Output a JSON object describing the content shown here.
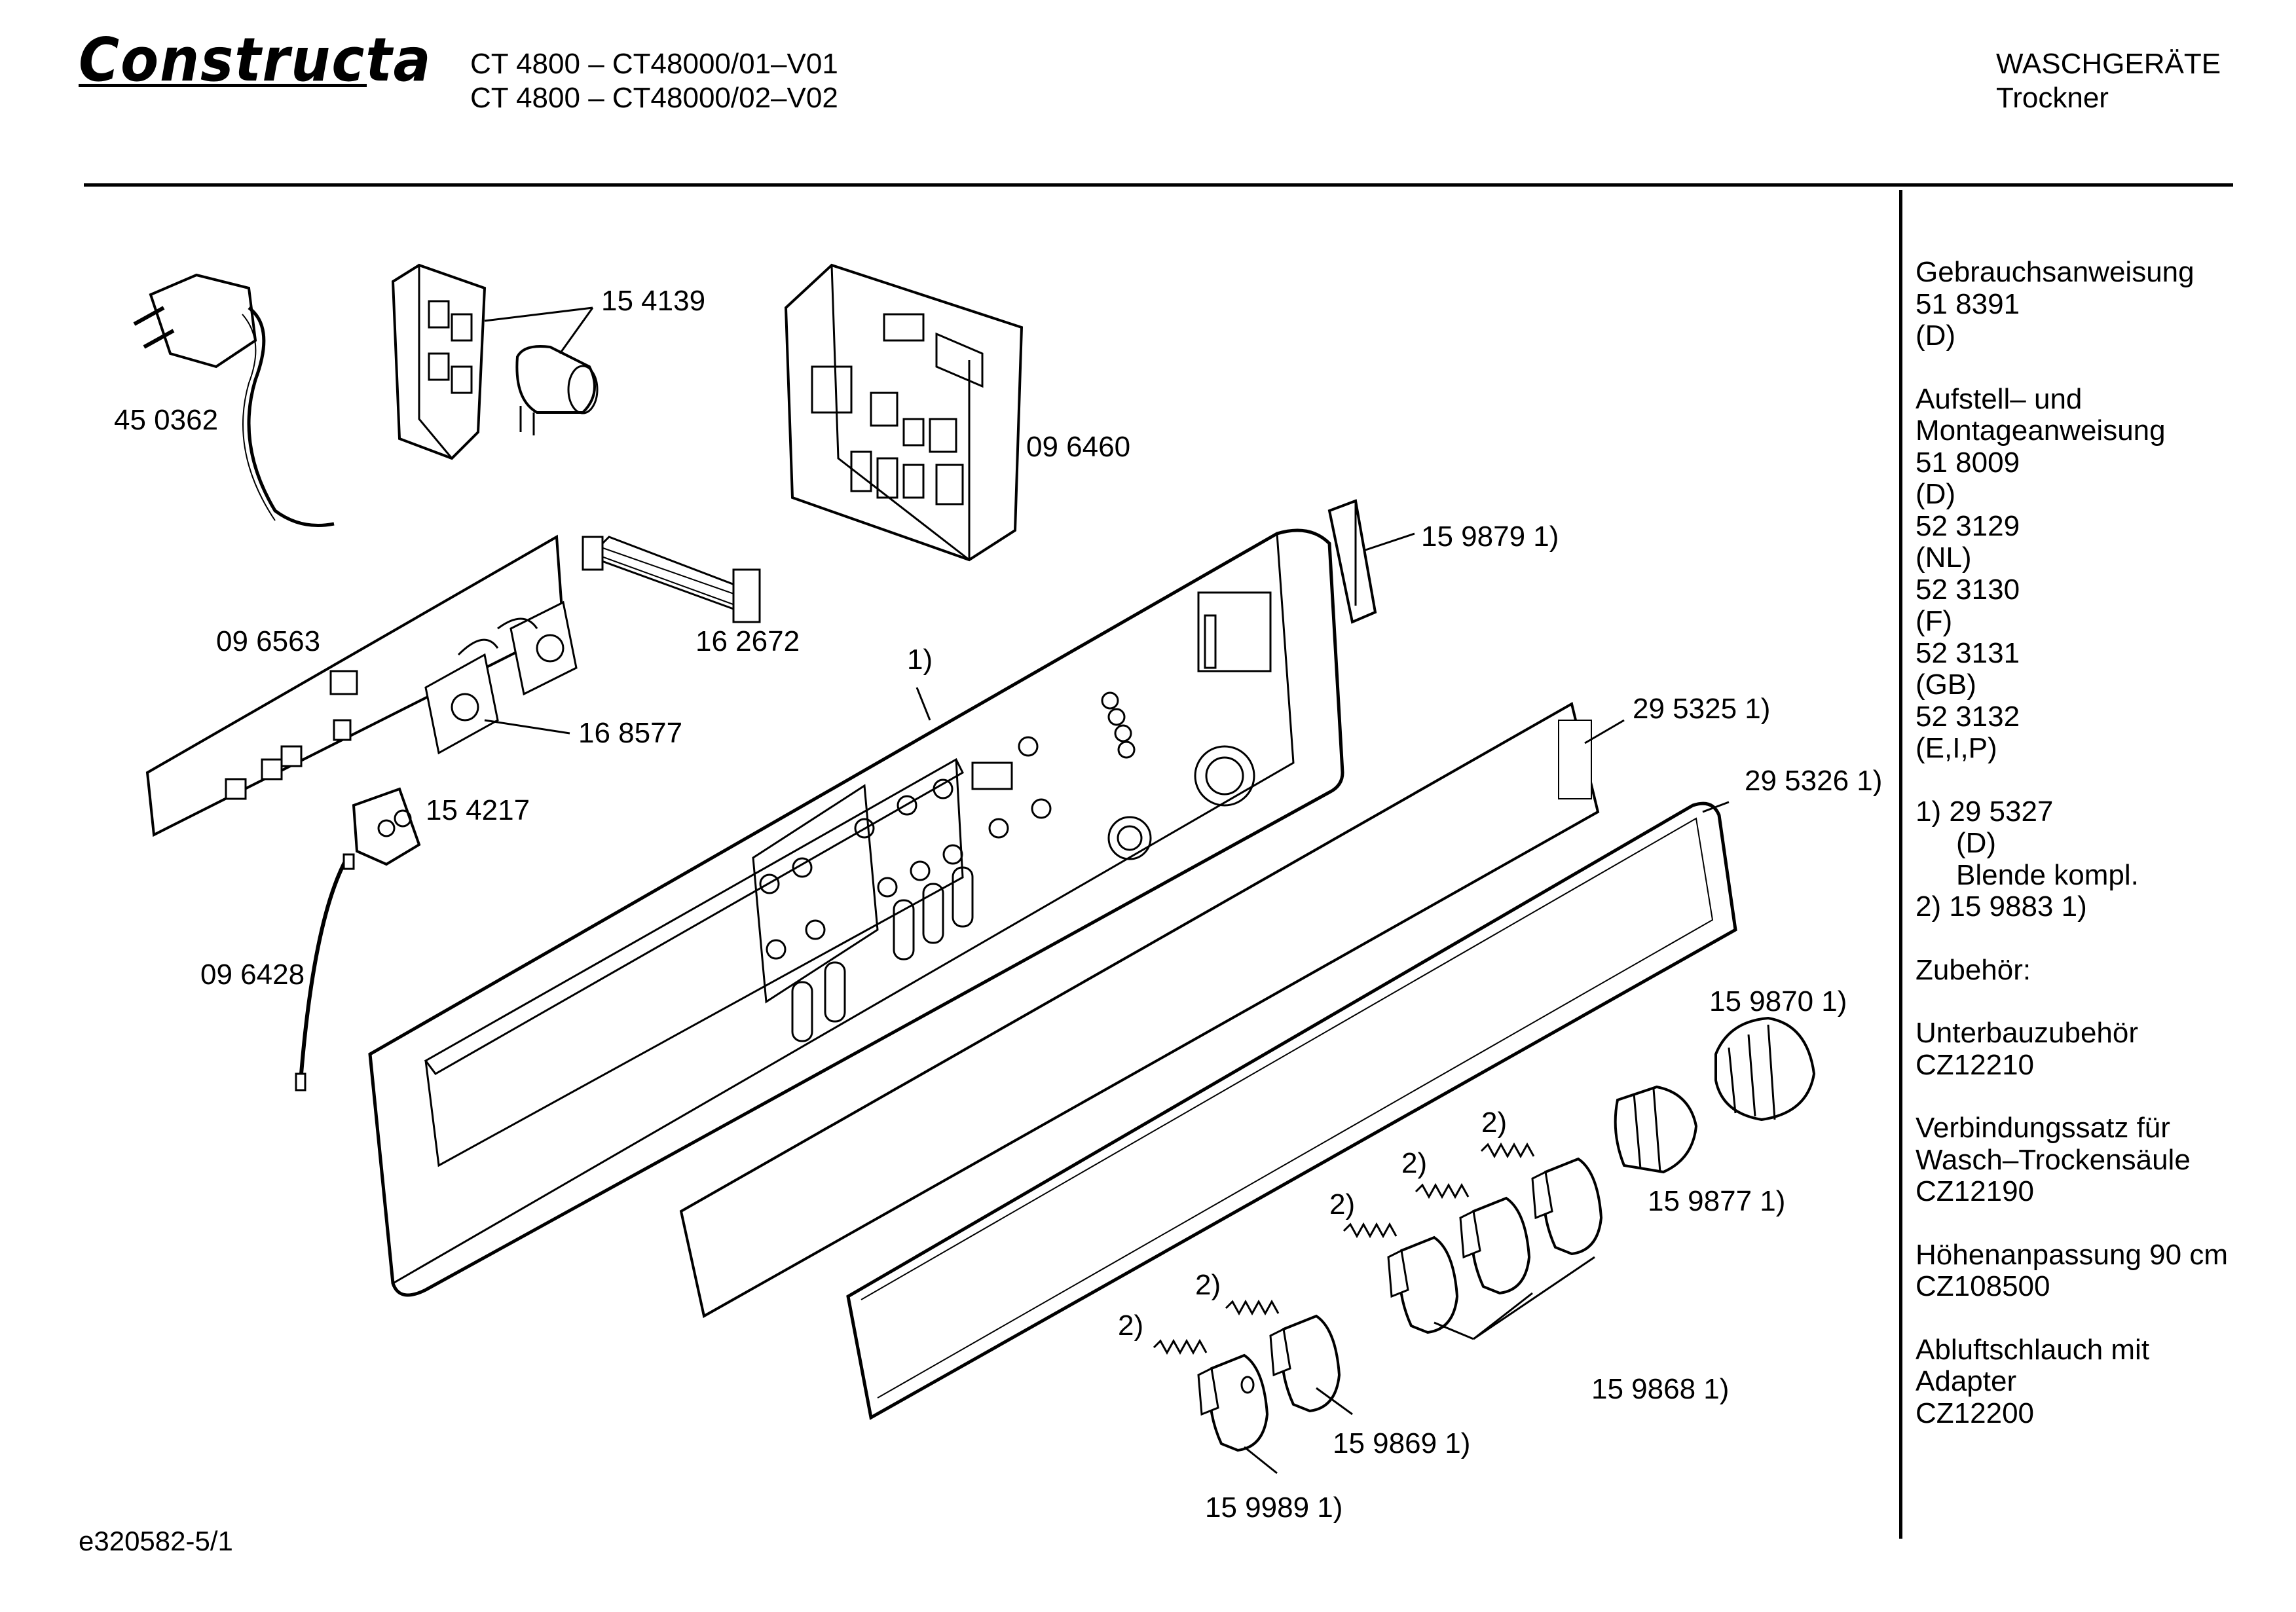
{
  "header": {
    "brand": "Constructa",
    "model_line_1": "CT 4800 – CT48000/01–V01",
    "model_line_2": "CT 4800 – CT48000/02–V02",
    "category": "WASCHGERÄTE",
    "subcategory": "Trockner"
  },
  "callouts": {
    "power_cord": "45 0362",
    "relay_block": "15 4139",
    "control_module": "09 6460",
    "pcb": "09 6563",
    "ribbon_cable": "16 2672",
    "knob_module": "16 8577",
    "connector": "15 4217",
    "cable": "09 6428",
    "panel": "1)",
    "bracket": "15 9879 1)",
    "trim_strip": "29 5325 1)",
    "cover_strip": "29 5326 1)",
    "knob_large": "15 9870 1)",
    "knob_insert": "15 9877 1)",
    "spring_1": "2)",
    "spring_2": "2)",
    "spring_3": "2)",
    "spring_4": "2)",
    "spring_5": "2)",
    "button_group": "15 9868 1)",
    "button_a": "15 9869 1)",
    "button_b": "15 9989 1)"
  },
  "sidebar": {
    "manual_title": "Gebrauchsanweisung",
    "manual_no": "51 8391",
    "manual_lang": "(D)",
    "install_title_1": "Aufstell– und",
    "install_title_2": "Montageanweisung",
    "install_entries": [
      {
        "no": "51 8009",
        "lang": "(D)"
      },
      {
        "no": "52 3129",
        "lang": "(NL)"
      },
      {
        "no": "52 3130",
        "lang": "(F)"
      },
      {
        "no": "52 3131",
        "lang": "(GB)"
      },
      {
        "no": "52 3132",
        "lang": "(E,I,P)"
      }
    ],
    "note1_line1": "1)  29 5327",
    "note1_line2": "(D)",
    "note1_line3": "Blende kompl.",
    "note2_line1": "2)  15 9883 1)",
    "accessories_title": "Zubehör:",
    "acc1_title": "Unterbauzubehör",
    "acc1_no": "CZ12210",
    "acc2_title_1": "Verbindungssatz für",
    "acc2_title_2": "Wasch–Trockensäule",
    "acc2_no": "CZ12190",
    "acc3_title": "Höhenanpassung 90 cm",
    "acc3_no": "CZ108500",
    "acc4_title_1": "Abluftschlauch  mit",
    "acc4_title_2": "Adapter",
    "acc4_no": "CZ12200"
  },
  "footer": {
    "doc_id": "e320582-5/1"
  }
}
